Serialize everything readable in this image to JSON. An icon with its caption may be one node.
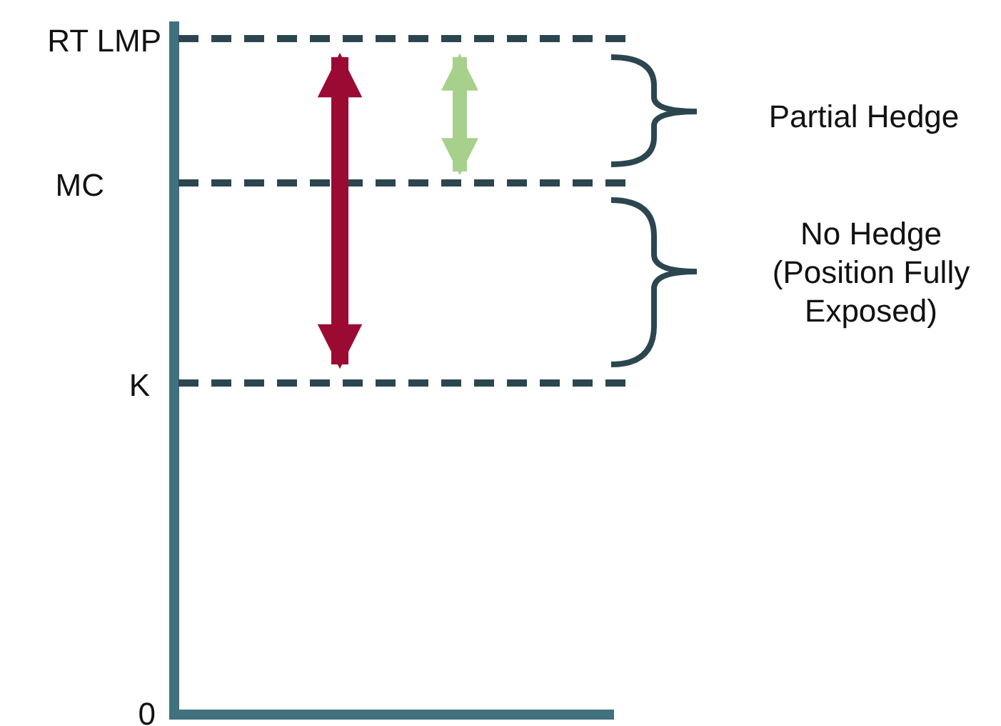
{
  "diagram": {
    "labels": [
      "RT LMP",
      "MC",
      "K",
      "0",
      "Partial Hedge",
      "No Hedge (Position Fully Exposed)"
    ]
  }
}
